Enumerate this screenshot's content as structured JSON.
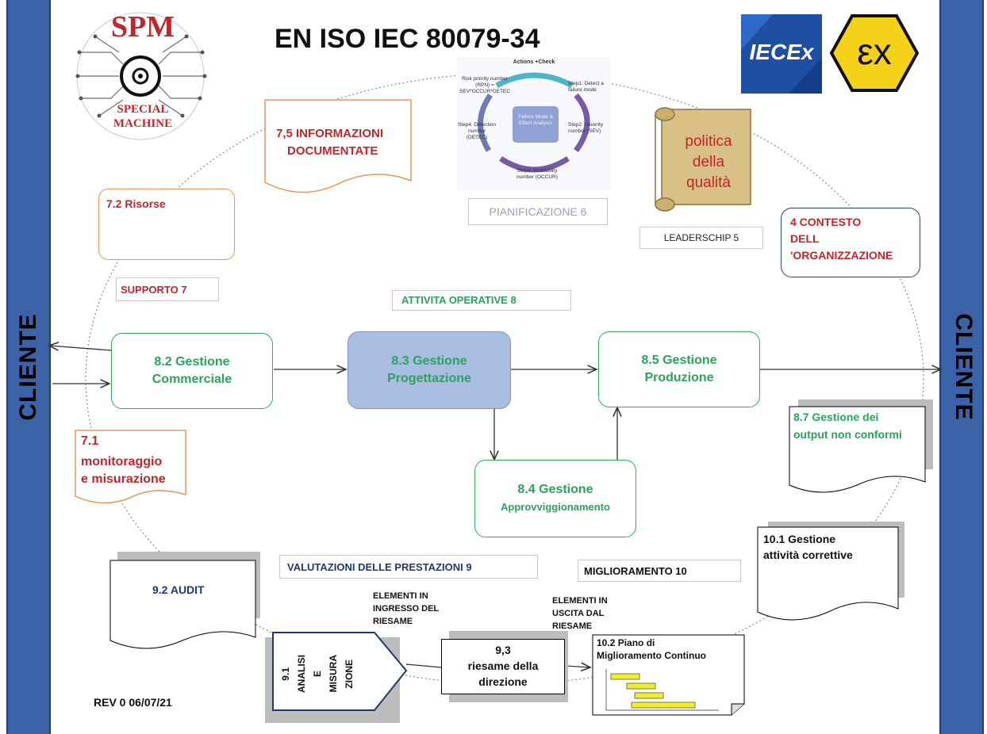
{
  "title": "EN ISO IEC 80079-34",
  "logo": {
    "text": "SPM",
    "sub1": "SPECIAL",
    "sub2": "MACHINE"
  },
  "badges": {
    "iecex": "IECEx",
    "ex": "εx"
  },
  "sides": {
    "left": "CLIENTE",
    "right": "CLIENTE"
  },
  "fmea": {
    "top": "Actions +Check",
    "rpn": "Risk priority number (RPN) = SEV*OCCUR*DETEC",
    "step1": "Step1: Detect a failure mode",
    "step2": "Step2: Severity number (SEV)",
    "step3": "Step3: Probability number (OCCUR)",
    "step4": "Step4: Detection number (DETEC)",
    "center": "Failure Mode & Effect Analysis"
  },
  "labels": {
    "info_doc_1": "7,5 INFORMAZIONI",
    "info_doc_2": "DOCUMENTATE",
    "risorse": "7.2   Risorse",
    "pianificazione": "PIANIFICAZIONE 6",
    "politica_1": "politica",
    "politica_2": "della",
    "politica_3": "qualità",
    "leadership": "LEADERSCHIP 5",
    "contesto_1": "4  CONTESTO",
    "contesto_2": "DELL",
    "contesto_3": "'ORGANIZZAZIONE",
    "supporto": "SUPPORTO 7",
    "attivita": "ATTIVITA OPERATIVE 8",
    "commerciale_1": "8.2 Gestione",
    "commerciale_2": "Commerciale",
    "progettazione_1": "8.3 Gestione",
    "progettazione_2": "Progettazione",
    "produzione_1": "8.5 Gestione",
    "produzione_2": "Produzione",
    "approv_1": "8.4 Gestione",
    "approv_2": "Approvviggionamento",
    "nonconf_1": "8.7 Gestione dei",
    "nonconf_2": "output non conformi",
    "monitor_1": "7.1",
    "monitor_2": "monitoraggio",
    "monitor_3": "e misurazione",
    "correttive_1": "10.1 Gestione",
    "correttive_2": "attività correttive",
    "valutazioni": "VALUTAZIONI DELLE PRESTAZIONI 9",
    "miglioramento": "MIGLIORAMENTO 10",
    "audit": "9.2 AUDIT",
    "ingresso_1": "ELEMENTI IN",
    "ingresso_2": "INGRESSO DEL",
    "ingresso_3": "RIESAME",
    "uscita_1": "ELEMENTI IN",
    "uscita_2": "USCITA DAL",
    "uscita_3": "RIESAME",
    "analisi_1": "9.1",
    "analisi_2": "ANALISI",
    "analisi_3": "E",
    "analisi_4": "MISURA",
    "analisi_5": "ZIONE",
    "riesame_1": "9,3",
    "riesame_2": "riesame della",
    "riesame_3": "direzione",
    "piano_1": "10.2  Piano di",
    "piano_2": "Miglioramento Continuo",
    "rev": "REV 0  06/07/21"
  },
  "colors": {
    "sidebar": "#3c62a8",
    "red_text": "#c0272d",
    "green_text": "#2ca25f",
    "navy_text": "#1f3a68",
    "orange_border": "#e8965a",
    "blue_box": "#a9bde0"
  }
}
